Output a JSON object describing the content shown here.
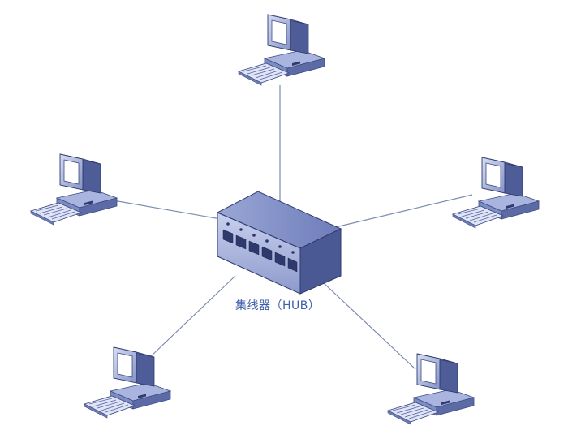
{
  "hub": {
    "label": "集线器（HUB）",
    "port_count": 6,
    "icon": "network-hub-icon"
  },
  "computers": [
    {
      "id": "top",
      "icon": "desktop-computer-icon"
    },
    {
      "id": "upper-left",
      "icon": "desktop-computer-icon"
    },
    {
      "id": "upper-right",
      "icon": "desktop-computer-icon"
    },
    {
      "id": "lower-left",
      "icon": "desktop-computer-icon"
    },
    {
      "id": "lower-right",
      "icon": "desktop-computer-icon"
    }
  ],
  "colors": {
    "link_line": "#7c8cae",
    "device_body": "#6f7fb5",
    "device_dark": "#3d4c84",
    "device_light": "#b8c3e6",
    "screen": "#ffffff",
    "label": "#3b5fa8"
  }
}
